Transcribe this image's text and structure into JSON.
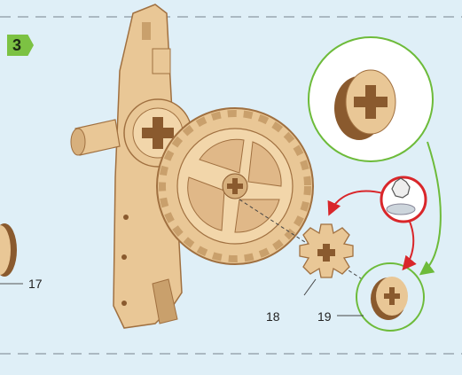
{
  "step": {
    "number": "3"
  },
  "parts": [
    {
      "label": "17"
    },
    {
      "label": "18"
    },
    {
      "label": "19"
    }
  ],
  "colors": {
    "background": "#dfeff7",
    "wood": "#e9c796",
    "wood_edge": "#8a5a2e",
    "step_badge": "#7cc243",
    "green_arrow": "#6dbb3a",
    "red_arrow": "#d9262a"
  },
  "icons": [
    "dashed-divider",
    "magnified-detail-circle",
    "glue-icon",
    "arrow"
  ]
}
